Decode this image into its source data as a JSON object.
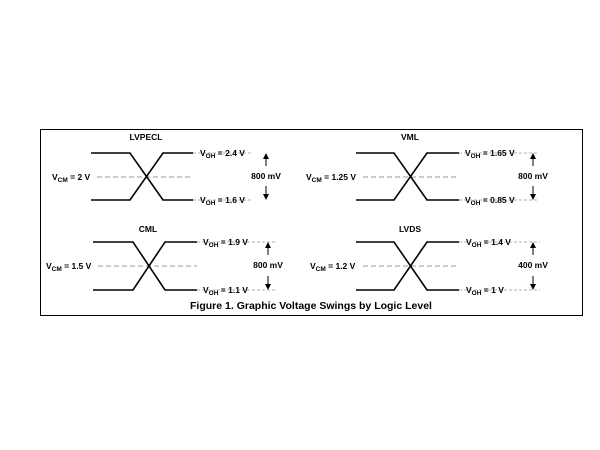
{
  "figure": {
    "caption": "Figure 1.  Graphic Voltage Swings by Logic Level",
    "panels": [
      {
        "title": "LVPECL",
        "vcm": {
          "sym": "V",
          "sub": "CM",
          "value": " = 2 V"
        },
        "voh_high": {
          "sym": "V",
          "sub": "OH",
          "value": " = 2.4 V"
        },
        "voh_low": {
          "sym": "V",
          "sub": "OH",
          "value": " = 1.6 V"
        },
        "swing": "800 mV"
      },
      {
        "title": "VML",
        "vcm": {
          "sym": "V",
          "sub": "CM",
          "value": " = 1.25 V"
        },
        "voh_high": {
          "sym": "V",
          "sub": "OH",
          "value": " = 1.65 V"
        },
        "voh_low": {
          "sym": "V",
          "sub": "OH",
          "value": " = 0.85 V"
        },
        "swing": "800 mV"
      },
      {
        "title": "CML",
        "vcm": {
          "sym": "V",
          "sub": "CM",
          "value": " = 1.5 V"
        },
        "voh_high": {
          "sym": "V",
          "sub": "OH",
          "value": " = 1.9 V"
        },
        "voh_low": {
          "sym": "V",
          "sub": "OH",
          "value": " = 1.1 V"
        },
        "swing": "800 mV"
      },
      {
        "title": "LVDS",
        "vcm": {
          "sym": "V",
          "sub": "CM",
          "value": " = 1.2 V"
        },
        "voh_high": {
          "sym": "V",
          "sub": "OH",
          "value": " = 1.4 V"
        },
        "voh_low": {
          "sym": "V",
          "sub": "OH",
          "value": " = 1 V"
        },
        "swing": "400 mV"
      }
    ]
  },
  "colors": {
    "ink": "#000000",
    "dash": "#999999",
    "frame": "#000000"
  }
}
